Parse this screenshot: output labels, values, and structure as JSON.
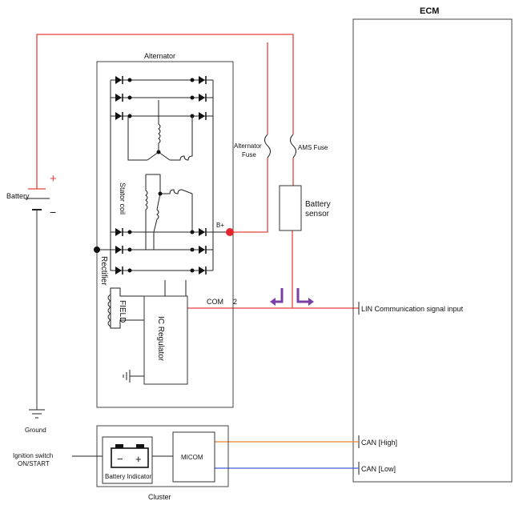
{
  "labels": {
    "ecm": "ECM",
    "alternator": "Alternator",
    "battery": "Battery",
    "plus": "+",
    "minus": "−",
    "ground": "Ground",
    "alternator_fuse": [
      "Alternator",
      "Fuse"
    ],
    "ams_fuse": "AMS Fuse",
    "battery_sensor": [
      "Battery",
      "sensor"
    ],
    "stator_coil": "Stator coil",
    "b_plus": "B+",
    "rectifier": "Rectifier",
    "field": "FIELD",
    "ic_regulator": "IC Regulator",
    "com": "COM",
    "pin_2": "2",
    "lin_input": "LIN Communication signal input",
    "can_high": "CAN [High]",
    "can_low": "CAN [Low]",
    "ignition_switch": [
      "Ignition switch",
      "ON/START"
    ],
    "micom": "MICOM",
    "battery_indicator": "Battery Indicator",
    "indicator_minus": "−",
    "indicator_plus": "+",
    "cluster": "Cluster"
  },
  "colors": {
    "power_wire": "#e8413c",
    "can_high_wire": "#e8842a",
    "can_low_wire": "#3f5ed6",
    "signal_arrow": "#7b3fa6",
    "b_plus_dot": "#e3272e"
  }
}
